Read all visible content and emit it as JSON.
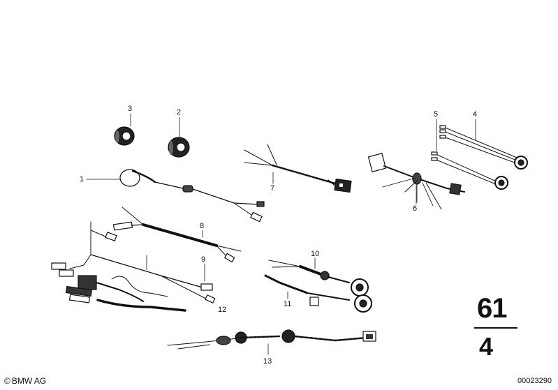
{
  "callouts": {
    "c1": "1",
    "c2": "2",
    "c3": "3",
    "c4": "4",
    "c5": "5",
    "c6": "6",
    "c7": "7",
    "c8": "8",
    "c9": "9",
    "c10": "10",
    "c11": "11",
    "c12": "12",
    "c13": "13"
  },
  "group": {
    "main": "61",
    "sub": "4"
  },
  "footer": {
    "copyright_symbol": "©",
    "copyright": "BMW AG",
    "image_id": "00023290"
  }
}
